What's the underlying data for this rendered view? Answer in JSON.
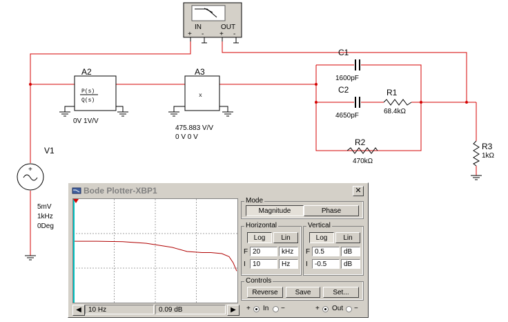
{
  "schematic": {
    "a2": {
      "name": "A2",
      "num": "P(s)",
      "den": "Q(s)",
      "params": "0V 1V/V"
    },
    "a3": {
      "name": "A3",
      "symbol": "x",
      "gain": "475.883 V/V",
      "offset": "0 V 0 V"
    },
    "v1": {
      "name": "V1",
      "amp": "5mV",
      "freq": "1kHz",
      "phase": "0Deg"
    },
    "c1": {
      "name": "C1",
      "value": "1600pF"
    },
    "c2": {
      "name": "C2",
      "value": "4650pF"
    },
    "r1": {
      "name": "R1",
      "value": "68.4kΩ"
    },
    "r2": {
      "name": "R2",
      "value": "470kΩ"
    },
    "r3": {
      "name": "R3",
      "value": "1kΩ"
    },
    "xbp": {
      "in": "IN",
      "out": "OUT"
    },
    "wire_color": "#d40000"
  },
  "bode": {
    "title": "Bode Plotter-XBP1",
    "close": "✕",
    "mode_label": "Mode",
    "magnitude": "Magnitude",
    "phase": "Phase",
    "horizontal_label": "Horizontal",
    "vertical_label": "Vertical",
    "log": "Log",
    "lin": "Lin",
    "f": "F",
    "i": "I",
    "h_f_value": "20",
    "h_f_unit": "kHz",
    "h_i_value": "10",
    "h_i_unit": "Hz",
    "v_f_value": "0.5",
    "v_f_unit": "dB",
    "v_i_value": "-0.5",
    "v_i_unit": "dB",
    "controls_label": "Controls",
    "reverse": "Reverse",
    "save": "Save",
    "set": "Set...",
    "status_freq": "10  Hz",
    "status_db": "0.09 dB",
    "in_plus": "+",
    "in_label": "In",
    "in_minus": "−",
    "out_plus": "+",
    "out_label": "Out",
    "out_minus": "−",
    "trace_color": "#b00000",
    "cursor_color": "#00c0c0"
  },
  "chart_data": {
    "type": "line",
    "title": "",
    "xlabel": "",
    "ylabel": "",
    "x_scale": "log",
    "xlim": [
      10,
      20000
    ],
    "ylim": [
      -0.5,
      0.5
    ],
    "grid": true,
    "series": [
      {
        "x": [
          10,
          30,
          100,
          300,
          1000,
          2000,
          4000,
          6000,
          10000,
          14000,
          17000,
          20000
        ],
        "y": [
          0.09,
          0.09,
          0.085,
          0.07,
          0.03,
          -0.01,
          -0.02,
          -0.02,
          -0.03,
          -0.06,
          -0.12,
          -0.2
        ]
      }
    ]
  }
}
